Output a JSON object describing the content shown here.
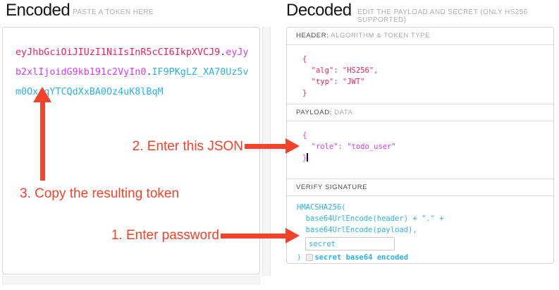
{
  "encoded": {
    "title": "Encoded",
    "subtitle": "PASTE A TOKEN HERE",
    "token": {
      "header_segment": "eyJhbGciOiJIUzI1NiIsInR5cCI6IkpXVCJ9",
      "separator": ".",
      "payload_segment": "eyJyb2xlIjoidG9kb191c2VyIn0",
      "signature_segment": "IF9PKgLZ_XA70Uz5vm0OxrqYTCQdXxBA0Oz4uK8lBqM"
    }
  },
  "decoded": {
    "title": "Decoded",
    "subtitle": "EDIT THE PAYLOAD AND SECRET (ONLY HS256 SUPPORTED)",
    "header_section": {
      "label": "HEADER:",
      "sublabel": "ALGORITHM & TOKEN TYPE",
      "code_lines": [
        "{",
        "  \"alg\": \"HS256\",",
        "  \"typ\": \"JWT\"",
        "}"
      ]
    },
    "payload_section": {
      "label": "PAYLOAD:",
      "sublabel": "DATA",
      "code_lines": [
        "{",
        "  \"role\": \"todo_user\"",
        "}"
      ]
    },
    "signature_section": {
      "label": "VERIFY SIGNATURE",
      "code_line_1": "HMACSHA256(",
      "code_line_2": "  base64UrlEncode(header) + \".\" +",
      "code_line_3": "  base64UrlEncode(payload),",
      "secret_input_value": "secret",
      "closing_paren": ")",
      "checkbox_label": "secret base64 encoded"
    }
  },
  "annotations": {
    "step1": "1. Enter password",
    "step2": "2. Enter this JSON",
    "step3": "3. Copy the resulting token"
  },
  "colors": {
    "header_red": "#f2215c",
    "payload_magenta": "#d63aff",
    "signature_cyan": "#2cb3e9",
    "annotation_orange": "#f4432a"
  }
}
